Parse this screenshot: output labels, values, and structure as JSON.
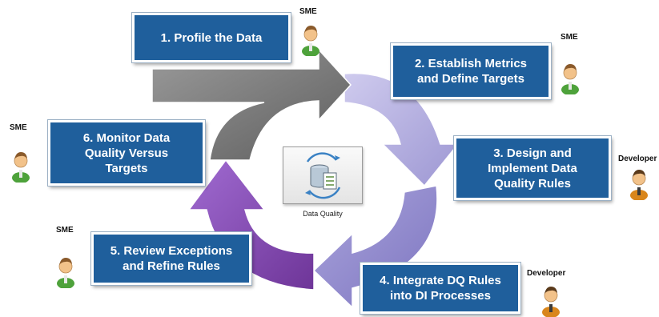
{
  "center": {
    "label": "Data Quality"
  },
  "steps": [
    {
      "text": "1. Profile the Data",
      "role": "SME",
      "role_type": "sme"
    },
    {
      "text": "2. Establish Metrics\nand Define Targets",
      "role": "SME",
      "role_type": "sme"
    },
    {
      "text": "3. Design and\nImplement Data\nQuality Rules",
      "role": "Developer",
      "role_type": "developer"
    },
    {
      "text": "4. Integrate DQ Rules\ninto DI Processes",
      "role": "Developer",
      "role_type": "developer"
    },
    {
      "text": "5. Review Exceptions\nand Refine Rules",
      "role": "SME",
      "role_type": "sme"
    },
    {
      "text": "6. Monitor Data\nQuality Versus\nTargets",
      "role": "SME",
      "role_type": "sme"
    }
  ],
  "colors": {
    "step_box": "#1f5f9c",
    "cycle_light": "#b6b2df",
    "cycle_mid": "#938ccc",
    "cycle_dark": "#8a4cb8",
    "arrow_gray": "#7c7c7c",
    "sme_shirt": "#4ea23b",
    "developer_shirt": "#d9861c"
  }
}
